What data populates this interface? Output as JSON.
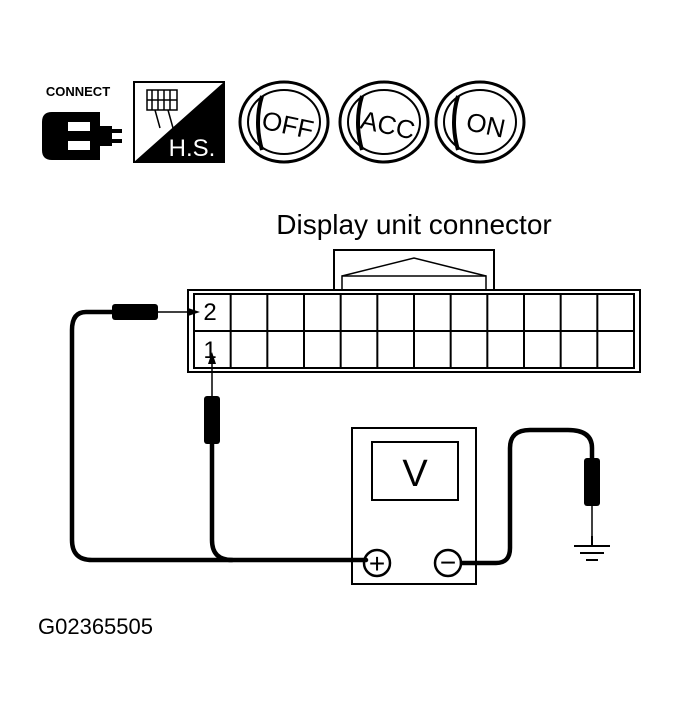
{
  "icons": {
    "connect": {
      "label": "CONNECT",
      "icon": "connector-plug-icon"
    },
    "harness": {
      "label": "H.S.",
      "icon": "harness-side-icon"
    },
    "keys": [
      {
        "label": "OFF",
        "icon": "ignition-key-off-icon"
      },
      {
        "label": "ACC",
        "icon": "ignition-key-acc-icon"
      },
      {
        "label": "ON",
        "icon": "ignition-key-on-icon"
      }
    ]
  },
  "connector": {
    "title": "Display unit connector",
    "pin_top": "2",
    "pin_bottom": "1"
  },
  "meter": {
    "label": "V",
    "plus_terminal": "+",
    "minus_terminal": "−"
  },
  "ground": {
    "icon": "ground-symbol-icon"
  },
  "figure_id": "G02365505"
}
